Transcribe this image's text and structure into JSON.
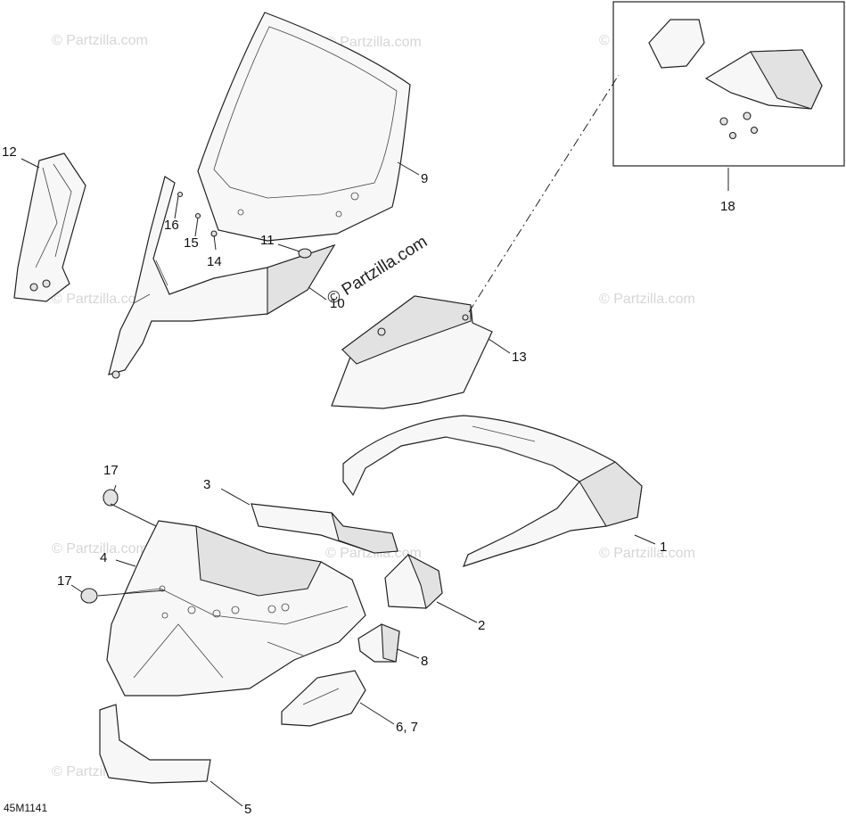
{
  "diagram_code": "45M1141",
  "watermark_text": "© Partzilla.com",
  "callouts": [
    "1",
    "2",
    "3",
    "4",
    "5",
    "6, 7",
    "8",
    "9",
    "10",
    "11",
    "12",
    "13",
    "14",
    "15",
    "16",
    "17",
    "17",
    "18"
  ]
}
